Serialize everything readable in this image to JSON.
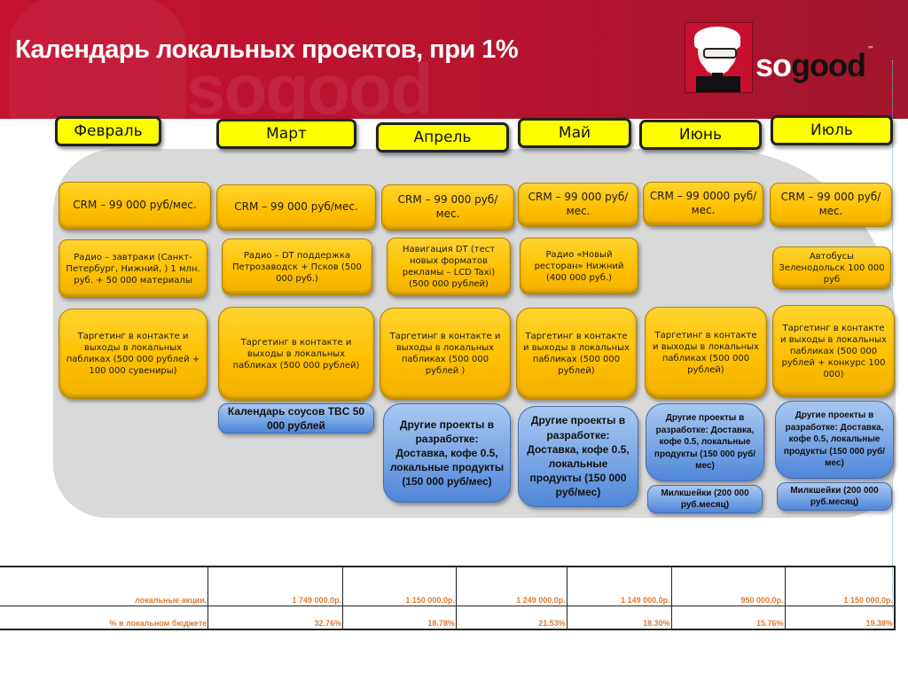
{
  "header": {
    "title": "Календарь локальных проектов, при 1%",
    "watermark_text": "sogood",
    "logo": {
      "text_so": "so",
      "text_good": "good",
      "trademark": "™"
    },
    "colors": {
      "background": "#c41230",
      "title": "#ffffff"
    }
  },
  "months": [
    {
      "label": "Февраль"
    },
    {
      "label": "Март"
    },
    {
      "label": "Апрель"
    },
    {
      "label": "Май"
    },
    {
      "label": "Июнь"
    },
    {
      "label": "Июль"
    }
  ],
  "projects": {
    "crm": [
      "CRM – 99 000 руб/мес.",
      "CRM – 99 000 руб/мес.",
      "CRM – 99 000 руб/мес.",
      "CRM – 99 000 руб/мес.",
      "CRM – 99 0000 руб/мес.",
      "CRM – 99 000 руб/мес."
    ],
    "radio": {
      "feb": "Радио – завтраки (Санкт-Петербург, Нижний, ) 1 млн. руб. + 50 000 материалы",
      "mar": "Радио – DT поддержка Петрозаводск + Псков (500 000 руб.)",
      "apr": "Навигация DT (тест новых форматов рекламы – LCD Taxi) (500 000 рублей)",
      "may": "Радио «Новый ресторан» Нижний (400 000 руб.)",
      "jul": "Автобусы Зеленодольск 100 000 руб"
    },
    "targeting": [
      "Таргетинг  в контакте и выходы в локальных пабликах  (500 000 рублей + 100 000 сувениры)",
      "Таргетинг  в контакте и выходы в локальных пабликах  (500 000 рублей)",
      "Таргетинг  в контакте и выходы в локальных пабликах  (500 000 рублей )",
      "Таргетинг  в контакте и выходы в локальных пабликах  (500 000 рублей)",
      "Таргетинг  в контакте и выходы в локальных пабликах (500 000 рублей)",
      "Таргетинг  в контакте и выходы в локальных пабликах  (500 000 рублей + конкурс 100 000)"
    ],
    "blue": {
      "mar": "Календарь соусов TBC 50 000 рублей",
      "apr": "Другие проекты в разработке: Доставка, кофе 0.5, локальные продукты (150 000 руб/мес)",
      "may": "Другие проекты в разработке: Доставка, кофе 0.5, локальные продукты (150 000 руб/мес)",
      "jun": "Другие проекты в разработке: Доставка, кофе 0.5, локальные продукты (150 000 руб/мес)",
      "jul": "Другие проекты в разработке: Доставка, кофе 0.5, локальные продукты (150 000 руб/мес)",
      "jun_milk": "Милкшейки (200 000 руб.месяц)",
      "jul_milk": "Милкшейки (200 000 руб.месяц)"
    }
  },
  "budget_table": {
    "rows": [
      {
        "label": "локальные акции,",
        "values": [
          "1 749 000.0р.",
          "1 150 000.0р.",
          "1 249 000.0р.",
          "1 149 000.0р.",
          "950 000.0р.",
          "1 150 000.0р."
        ]
      },
      {
        "label": "% в локальном бюджете",
        "values": [
          "32.76%",
          "18.78%",
          "21.53%",
          "18.30%",
          "15.76%",
          "19.38%"
        ]
      }
    ],
    "text_color": "#e07b30"
  }
}
